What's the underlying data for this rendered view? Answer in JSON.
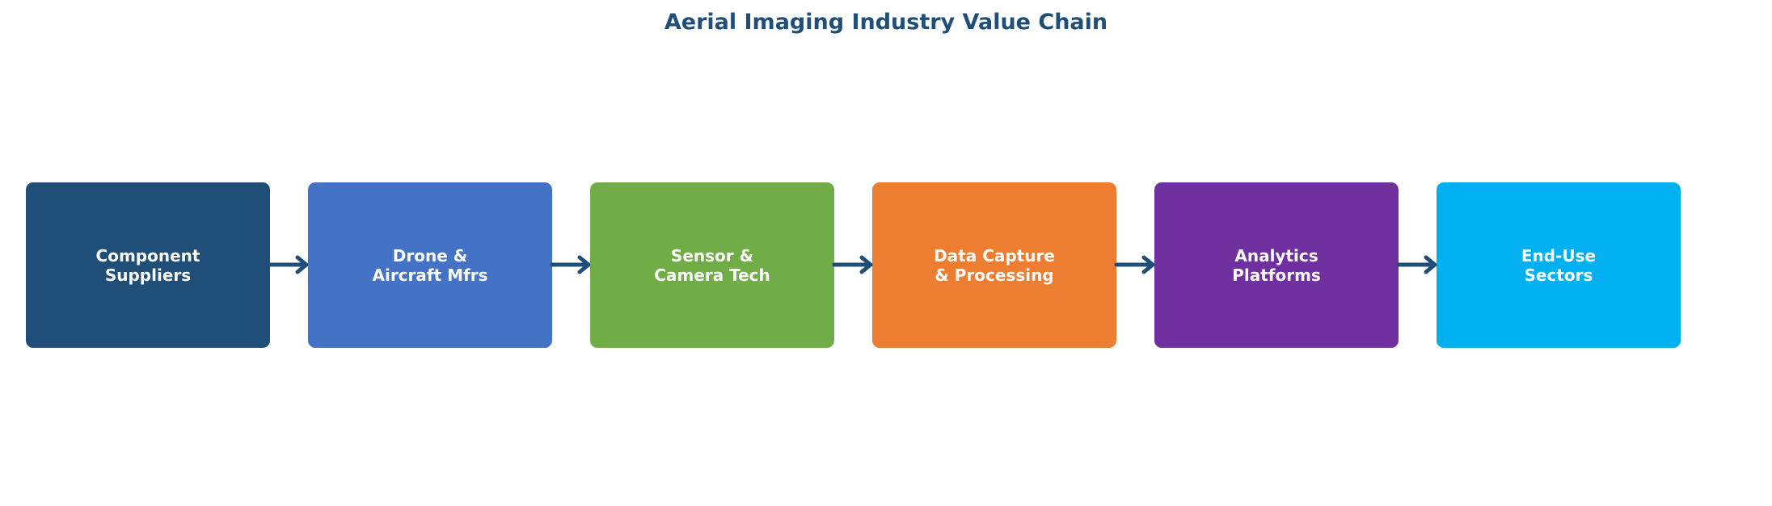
{
  "title": "Aerial Imaging Industry Value Chain",
  "stages": [
    {
      "label": "Component\nSuppliers",
      "color": "#1f4e79"
    },
    {
      "label": "Drone &\nAircraft Mfrs",
      "color": "#4472c4"
    },
    {
      "label": "Sensor &\nCamera Tech",
      "color": "#70ad47"
    },
    {
      "label": "Data Capture\n& Processing",
      "color": "#ed7d31"
    },
    {
      "label": "Analytics\nPlatforms",
      "color": "#7030a0"
    },
    {
      "label": "End-Use\nSectors",
      "color": "#00b0f0"
    }
  ],
  "arrow_color": "#1f4e79"
}
